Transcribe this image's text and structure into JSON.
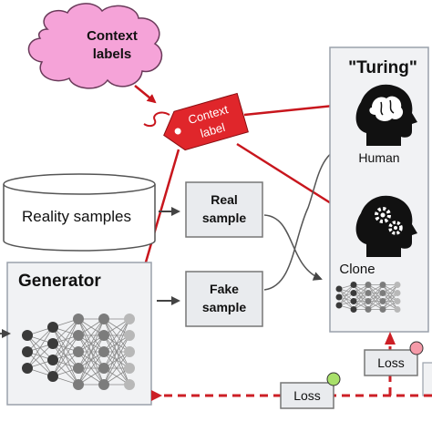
{
  "context_cloud": {
    "line1": "Context",
    "line2": "labels"
  },
  "context_tag": {
    "line1": "Context",
    "line2": "label"
  },
  "reality_samples": "Reality samples",
  "real_sample": {
    "line1": "Real",
    "line2": "sample"
  },
  "fake_sample": {
    "line1": "Fake",
    "line2": "sample"
  },
  "generator": "Generator",
  "turing": "\"Turing\"",
  "human": "Human",
  "clone": "Clone",
  "loss_right": "Loss",
  "loss_bottom": "Loss",
  "colors": {
    "cloud": "#f5a3d8",
    "tag": "#e0262b",
    "arrow_red": "#c8161d",
    "loss_arrow": "#cc1f26",
    "box_fill": "#e9ebee",
    "panel_fill": "#f1f2f4",
    "node_dark": "#3a3a3a",
    "node_mid": "#7c7c7c",
    "node_light": "#b8b8b8",
    "dot_green": "#a8e06a",
    "dot_pink": "#f59aa8"
  },
  "icons": [
    "cloud-icon",
    "tag-icon",
    "database-icon",
    "brain-head-icon",
    "gears-head-icon",
    "neural-network-icon"
  ]
}
